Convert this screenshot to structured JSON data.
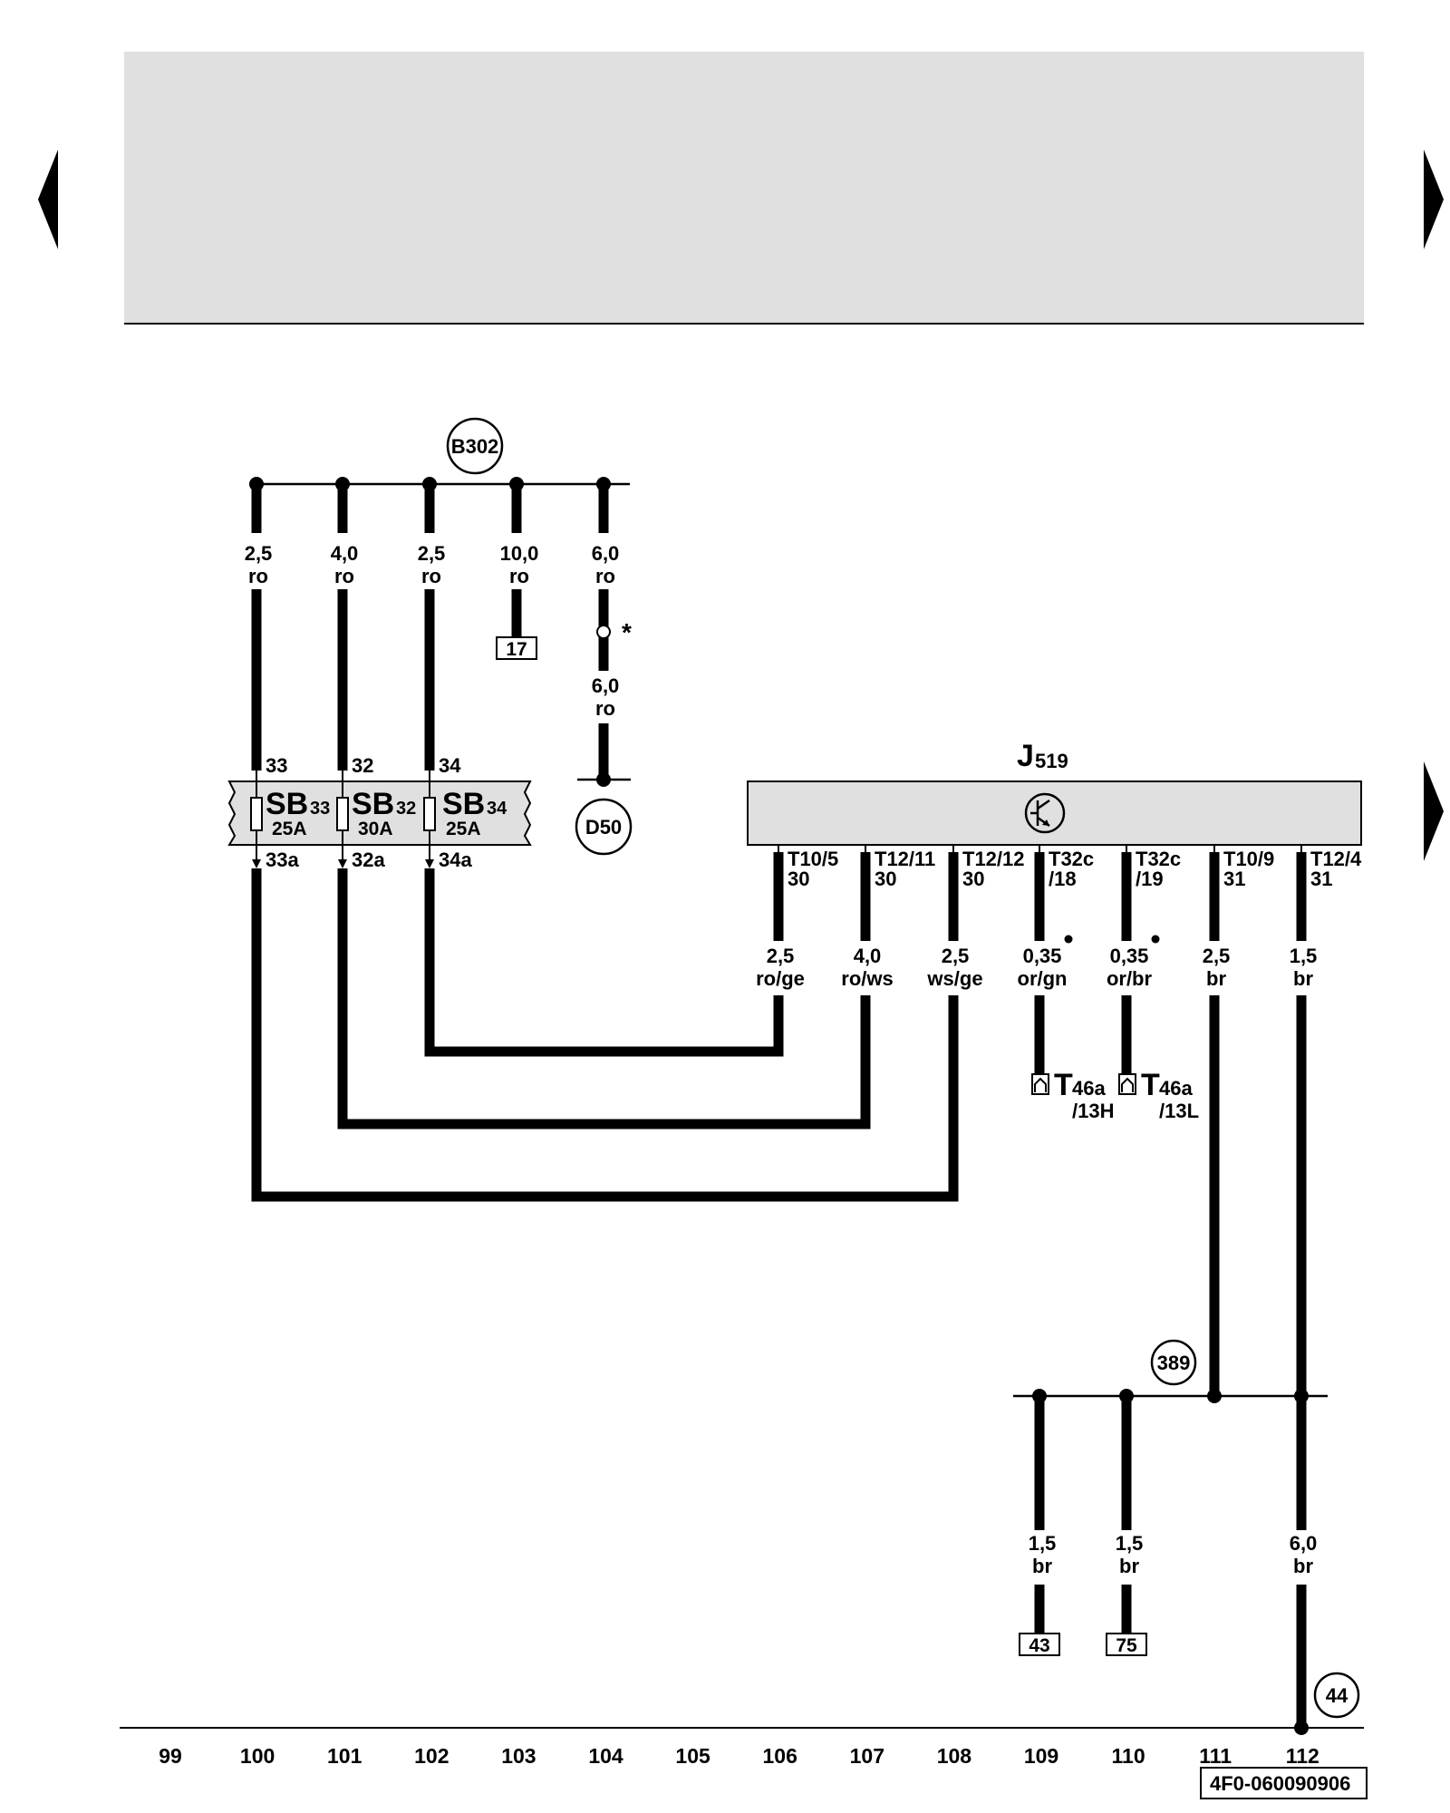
{
  "header": {
    "band_color": "#e0e0e0"
  },
  "nav": {
    "prev_icon": "triangle-left",
    "next_icon": "triangle-right",
    "next_continued_icon": "triangle-right"
  },
  "refs": {
    "b302": "B302",
    "d50": "D50",
    "r389": "389",
    "r44": "44",
    "box17": "17",
    "box43": "43",
    "box75": "75"
  },
  "fuse_block": {
    "fuses": [
      {
        "name": "SB",
        "sub": "33",
        "rating": "25A",
        "in": "33",
        "out": "33a"
      },
      {
        "name": "SB",
        "sub": "32",
        "rating": "30A",
        "in": "32",
        "out": "32a"
      },
      {
        "name": "SB",
        "sub": "34",
        "rating": "25A",
        "in": "34",
        "out": "34a"
      }
    ]
  },
  "module": {
    "name": "J",
    "sub": "519",
    "icon": "transistor-icon"
  },
  "module_pins": [
    {
      "line1": "T10/5",
      "line2": "30"
    },
    {
      "line1": "T12/11",
      "line2": "30"
    },
    {
      "line1": "T12/12",
      "line2": "30"
    },
    {
      "line1": "T32c",
      "line2": "/18"
    },
    {
      "line1": "T32c",
      "line2": "/19"
    },
    {
      "line1": "T10/9",
      "line2": "31"
    },
    {
      "line1": "T12/4",
      "line2": "31"
    }
  ],
  "top_wires": [
    {
      "size": "2,5",
      "color": "ro"
    },
    {
      "size": "4,0",
      "color": "ro"
    },
    {
      "size": "2,5",
      "color": "ro"
    },
    {
      "size": "10,0",
      "color": "ro"
    },
    {
      "size": "6,0",
      "color": "ro"
    }
  ],
  "d50_wire": {
    "size": "6,0",
    "color": "ro",
    "note": "*"
  },
  "module_wires": [
    {
      "size": "2,5",
      "color": "ro/ge"
    },
    {
      "size": "4,0",
      "color": "ro/ws"
    },
    {
      "size": "2,5",
      "color": "ws/ge"
    },
    {
      "size": "0,35",
      "color": "or/gn"
    },
    {
      "size": "0,35",
      "color": "or/br"
    },
    {
      "size": "2,5",
      "color": "br"
    },
    {
      "size": "1,5",
      "color": "br"
    }
  ],
  "connectors": [
    {
      "name": "T",
      "sub": "46a",
      "pin": "/13H"
    },
    {
      "name": "T",
      "sub": "46a",
      "pin": "/13L"
    }
  ],
  "ground_wires": [
    {
      "size": "1,5",
      "color": "br"
    },
    {
      "size": "1,5",
      "color": "br"
    },
    {
      "size": "6,0",
      "color": "br"
    }
  ],
  "ruler": [
    "99",
    "100",
    "101",
    "102",
    "103",
    "104",
    "105",
    "106",
    "107",
    "108",
    "109",
    "110",
    "111",
    "112"
  ],
  "doc_code": "4F0-060090906"
}
